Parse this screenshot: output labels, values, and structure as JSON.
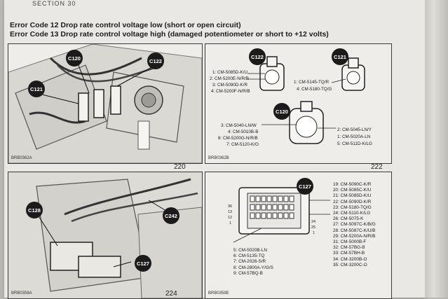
{
  "header": {
    "running_head": "SECTION 30",
    "title_line1": "Error Code 12 Drop rate control voltage low (short or open circuit)",
    "title_line2": "Error Code 13 Drop rate control voltage high (damaged potentiometer or short to +12 volts)"
  },
  "figure_220": {
    "number": "220",
    "ref": "BRB0362A",
    "callouts": [
      "C120",
      "C122",
      "C121"
    ]
  },
  "figure_222": {
    "number": "222",
    "ref": "BRB0362B",
    "c122": {
      "callout": "C122",
      "pins": [
        "1: CM-5085D-K/U",
        "2: CM-5200E-N/R/B",
        "3: CM-5090D-K/R",
        "4: CM-5200F-N/R/B"
      ]
    },
    "c121": {
      "callout": "C121",
      "pins": [
        "1: CM-5145-TQ/R",
        "4: CM-5180-TQ/G"
      ]
    },
    "c120": {
      "callout": "C120",
      "left_pins": [
        "3: CM-5040-LN/W",
        "4: CM-5010B-B",
        "8: CM-5200G-N/R/B",
        "7: CM-5120-K/O"
      ],
      "right_pins": [
        "2: CM-5045-LN/Y",
        "1: CM-5020A-LN",
        "5: CM-511D-K/LG"
      ]
    }
  },
  "figure_bl": {
    "number": "224",
    "ref": "BRB0358A",
    "callouts": [
      "C128",
      "C242",
      "C127"
    ]
  },
  "figure_br": {
    "ref": "BRB0358E",
    "callout": "C127",
    "ticks": [
      "36",
      "13",
      "12",
      "1",
      "24",
      "25",
      "1"
    ],
    "list_left": [
      "5: CM-5020B-LN",
      "6: CM-5135-TQ",
      "7: CM-2026-S/R",
      "8: CM-2800A-Y/G/S",
      "9: CM-57BQ-B"
    ],
    "list_right": [
      "19: CM-5090C-K/R",
      "20: CM-5085C-K/U",
      "21: CM-5085D-K/U",
      "22: CM-5090D-K/R",
      "23: CM-5180-TQ/G",
      "24: CM-5110-K/LG",
      "26: CM-5075-K",
      "27: CM-5097C-K/B/G",
      "28: CM-5087C-K/U/B",
      "29: CM-5200A-N/R/B",
      "31: CM-5000B-F",
      "32: CM-57BG-B",
      "33: CM-57BH-B",
      "34: CM-3200B-O",
      "35: CM-3200C-O"
    ]
  },
  "colors": {
    "page": "#e9e8e4",
    "ink": "#1b1b1b",
    "panel": "#eeede9"
  }
}
